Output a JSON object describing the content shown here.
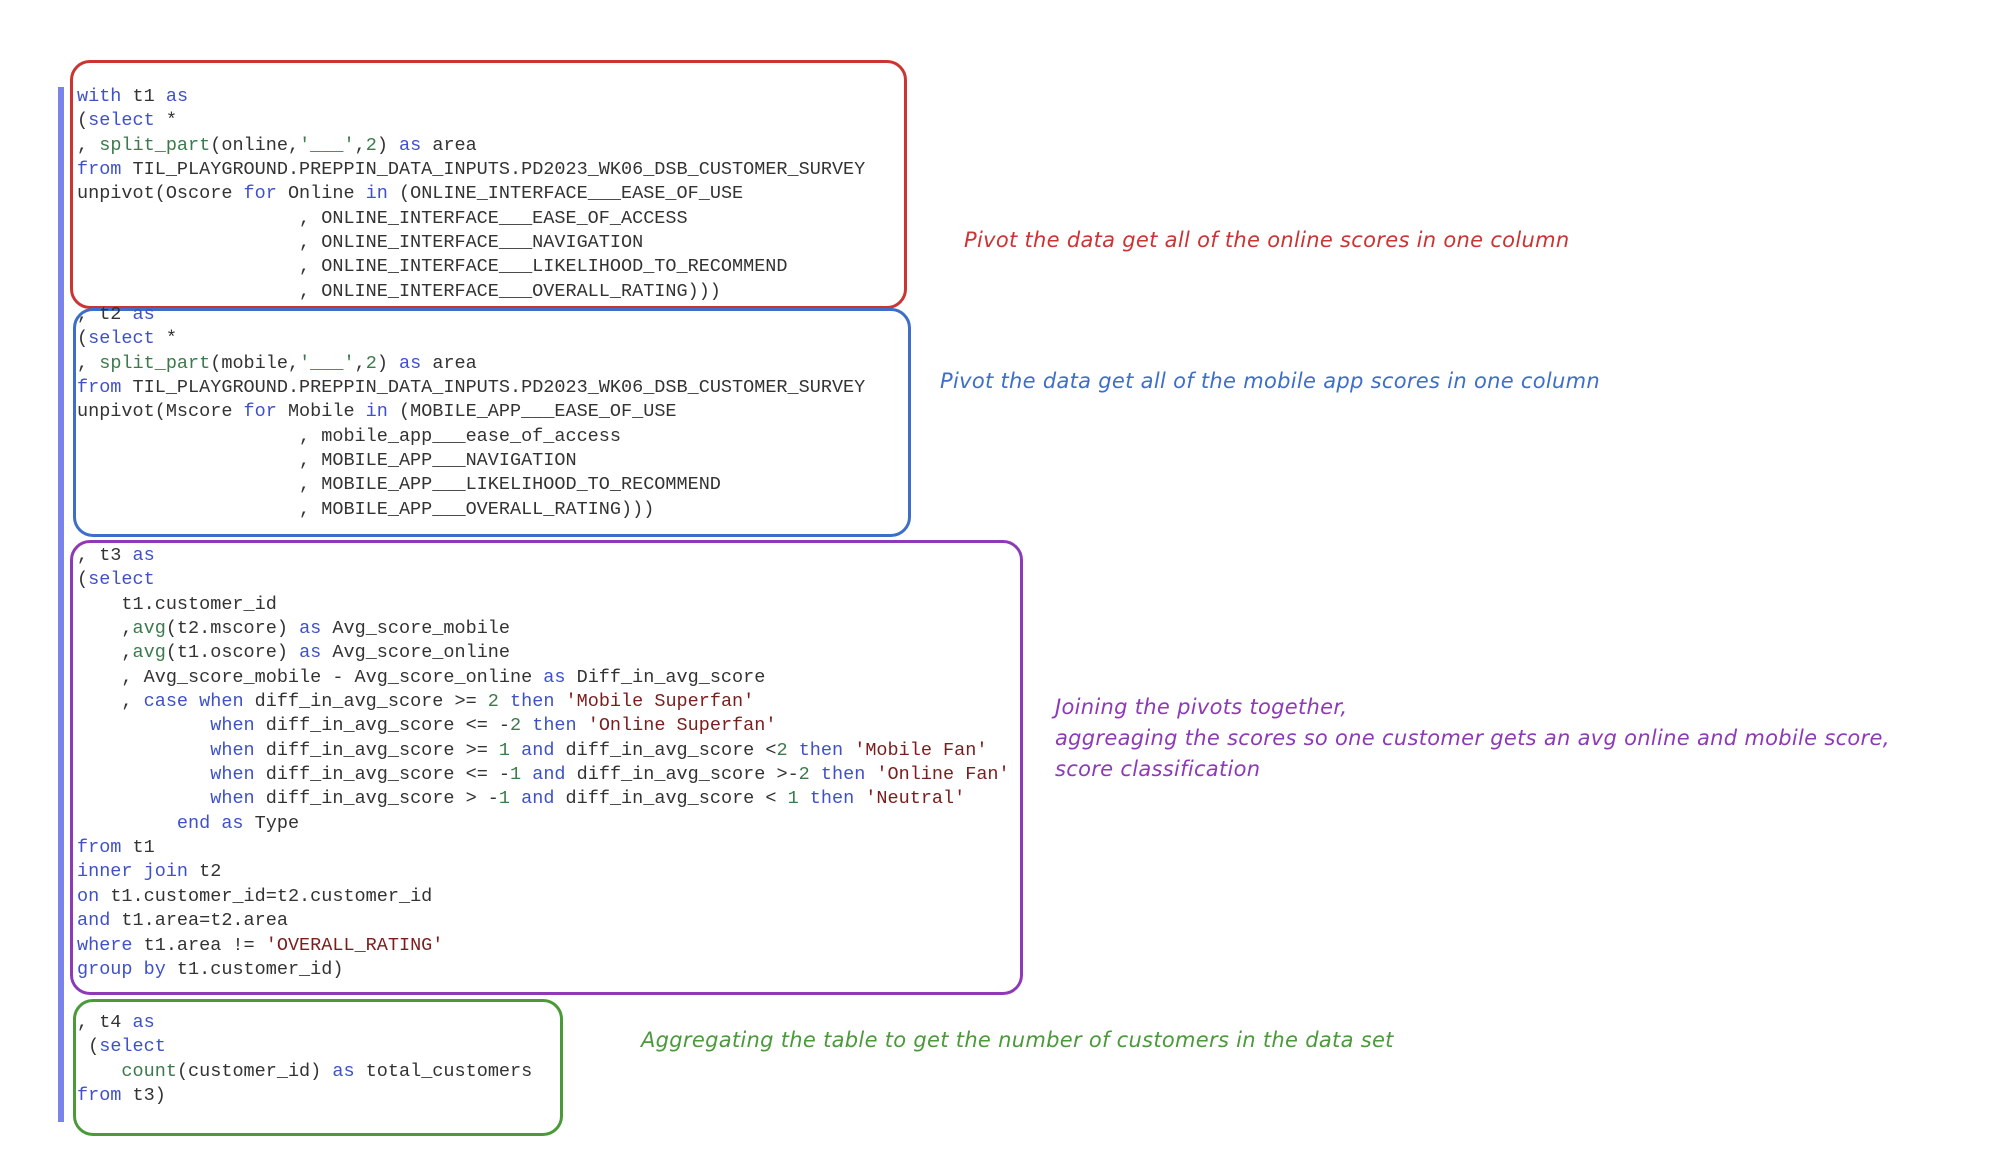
{
  "colors": {
    "bar": "#7b83eb",
    "red": "#cc3333",
    "blue": "#3d6ec9",
    "purple": "#8e3ab8",
    "green": "#4a9a3a"
  },
  "blocks": [
    {
      "lines": [
        [
          {
            "c": "k",
            "t": "with"
          },
          {
            "c": "p",
            "t": " t1 "
          },
          {
            "c": "k",
            "t": "as"
          }
        ],
        [
          {
            "c": "p",
            "t": "("
          },
          {
            "c": "k",
            "t": "select"
          },
          {
            "c": "p",
            "t": " *"
          }
        ],
        [
          {
            "c": "p",
            "t": ", "
          },
          {
            "c": "f",
            "t": "split_part"
          },
          {
            "c": "p",
            "t": "(online,"
          },
          {
            "c": "f",
            "t": "'___'"
          },
          {
            "c": "p",
            "t": ","
          },
          {
            "c": "n",
            "t": "2"
          },
          {
            "c": "p",
            "t": ") "
          },
          {
            "c": "k",
            "t": "as"
          },
          {
            "c": "p",
            "t": " area"
          }
        ],
        [
          {
            "c": "k",
            "t": "from"
          },
          {
            "c": "p",
            "t": " TIL_PLAYGROUND.PREPPIN_DATA_INPUTS.PD2023_WK06_DSB_CUSTOMER_SURVEY"
          }
        ],
        [
          {
            "c": "p",
            "t": "unpivot(Oscore "
          },
          {
            "c": "k",
            "t": "for"
          },
          {
            "c": "p",
            "t": " Online "
          },
          {
            "c": "k",
            "t": "in"
          },
          {
            "c": "p",
            "t": " (ONLINE_INTERFACE___EASE_OF_USE"
          }
        ],
        [
          {
            "c": "p",
            "t": "                    , ONLINE_INTERFACE___EASE_OF_ACCESS"
          }
        ],
        [
          {
            "c": "p",
            "t": "                    , ONLINE_INTERFACE___NAVIGATION"
          }
        ],
        [
          {
            "c": "p",
            "t": "                    , ONLINE_INTERFACE___LIKELIHOOD_TO_RECOMMEND"
          }
        ],
        [
          {
            "c": "p",
            "t": "                    , ONLINE_INTERFACE___OVERALL_RATING)))"
          }
        ]
      ]
    },
    {
      "lines": [
        [
          {
            "c": "p",
            "t": ", t2 "
          },
          {
            "c": "k",
            "t": "as"
          }
        ],
        [
          {
            "c": "p",
            "t": "("
          },
          {
            "c": "k",
            "t": "select"
          },
          {
            "c": "p",
            "t": " *"
          }
        ],
        [
          {
            "c": "p",
            "t": ", "
          },
          {
            "c": "f",
            "t": "split_part"
          },
          {
            "c": "p",
            "t": "(mobile,"
          },
          {
            "c": "f",
            "t": "'___'"
          },
          {
            "c": "p",
            "t": ","
          },
          {
            "c": "n",
            "t": "2"
          },
          {
            "c": "p",
            "t": ") "
          },
          {
            "c": "k",
            "t": "as"
          },
          {
            "c": "p",
            "t": " area"
          }
        ],
        [
          {
            "c": "k",
            "t": "from"
          },
          {
            "c": "p",
            "t": " TIL_PLAYGROUND.PREPPIN_DATA_INPUTS.PD2023_WK06_DSB_CUSTOMER_SURVEY"
          }
        ],
        [
          {
            "c": "p",
            "t": "unpivot(Mscore "
          },
          {
            "c": "k",
            "t": "for"
          },
          {
            "c": "p",
            "t": " Mobile "
          },
          {
            "c": "k",
            "t": "in"
          },
          {
            "c": "p",
            "t": " (MOBILE_APP___EASE_OF_USE"
          }
        ],
        [
          {
            "c": "p",
            "t": "                    , mobile_app___ease_of_access"
          }
        ],
        [
          {
            "c": "p",
            "t": "                    , MOBILE_APP___NAVIGATION"
          }
        ],
        [
          {
            "c": "p",
            "t": "                    , MOBILE_APP___LIKELIHOOD_TO_RECOMMEND"
          }
        ],
        [
          {
            "c": "p",
            "t": "                    , MOBILE_APP___OVERALL_RATING)))"
          }
        ]
      ]
    },
    {
      "lines": [
        [
          {
            "c": "p",
            "t": ", t3 "
          },
          {
            "c": "k",
            "t": "as"
          }
        ],
        [
          {
            "c": "p",
            "t": "("
          },
          {
            "c": "k",
            "t": "select"
          }
        ],
        [
          {
            "c": "p",
            "t": "    t1.customer_id"
          }
        ],
        [
          {
            "c": "p",
            "t": "    ,"
          },
          {
            "c": "f",
            "t": "avg"
          },
          {
            "c": "p",
            "t": "(t2.mscore) "
          },
          {
            "c": "k",
            "t": "as"
          },
          {
            "c": "p",
            "t": " Avg_score_mobile"
          }
        ],
        [
          {
            "c": "p",
            "t": "    ,"
          },
          {
            "c": "f",
            "t": "avg"
          },
          {
            "c": "p",
            "t": "(t1.oscore) "
          },
          {
            "c": "k",
            "t": "as"
          },
          {
            "c": "p",
            "t": " Avg_score_online"
          }
        ],
        [
          {
            "c": "p",
            "t": "    , Avg_score_mobile - Avg_score_online "
          },
          {
            "c": "k",
            "t": "as"
          },
          {
            "c": "p",
            "t": " Diff_in_avg_score"
          }
        ],
        [
          {
            "c": "p",
            "t": "    , "
          },
          {
            "c": "k",
            "t": "case when"
          },
          {
            "c": "p",
            "t": " diff_in_avg_score >= "
          },
          {
            "c": "n",
            "t": "2"
          },
          {
            "c": "k",
            "t": " then"
          },
          {
            "c": "s",
            "t": " 'Mobile Superfan'"
          }
        ],
        [
          {
            "c": "p",
            "t": "            "
          },
          {
            "c": "k",
            "t": "when"
          },
          {
            "c": "p",
            "t": " diff_in_avg_score <= -"
          },
          {
            "c": "n",
            "t": "2"
          },
          {
            "c": "k",
            "t": " then"
          },
          {
            "c": "s",
            "t": " 'Online Superfan'"
          }
        ],
        [
          {
            "c": "p",
            "t": "            "
          },
          {
            "c": "k",
            "t": "when"
          },
          {
            "c": "p",
            "t": " diff_in_avg_score >= "
          },
          {
            "c": "n",
            "t": "1"
          },
          {
            "c": "k",
            "t": " and"
          },
          {
            "c": "p",
            "t": " diff_in_avg_score <"
          },
          {
            "c": "n",
            "t": "2"
          },
          {
            "c": "k",
            "t": " then"
          },
          {
            "c": "s",
            "t": " 'Mobile Fan'"
          }
        ],
        [
          {
            "c": "p",
            "t": "            "
          },
          {
            "c": "k",
            "t": "when"
          },
          {
            "c": "p",
            "t": " diff_in_avg_score <= -"
          },
          {
            "c": "n",
            "t": "1"
          },
          {
            "c": "k",
            "t": " and"
          },
          {
            "c": "p",
            "t": " diff_in_avg_score >-"
          },
          {
            "c": "n",
            "t": "2"
          },
          {
            "c": "k",
            "t": " then"
          },
          {
            "c": "s",
            "t": " 'Online Fan'"
          }
        ],
        [
          {
            "c": "p",
            "t": "            "
          },
          {
            "c": "k",
            "t": "when"
          },
          {
            "c": "p",
            "t": " diff_in_avg_score > -"
          },
          {
            "c": "n",
            "t": "1"
          },
          {
            "c": "k",
            "t": " and"
          },
          {
            "c": "p",
            "t": " diff_in_avg_score < "
          },
          {
            "c": "n",
            "t": "1"
          },
          {
            "c": "k",
            "t": " then"
          },
          {
            "c": "s",
            "t": " 'Neutral'"
          }
        ],
        [
          {
            "c": "p",
            "t": "         "
          },
          {
            "c": "k",
            "t": "end as"
          },
          {
            "c": "p",
            "t": " Type"
          }
        ],
        [
          {
            "c": "k",
            "t": "from"
          },
          {
            "c": "p",
            "t": " t1"
          }
        ],
        [
          {
            "c": "k",
            "t": "inner join"
          },
          {
            "c": "p",
            "t": " t2"
          }
        ],
        [
          {
            "c": "k",
            "t": "on"
          },
          {
            "c": "p",
            "t": " t1.customer_id=t2.customer_id"
          }
        ],
        [
          {
            "c": "k",
            "t": "and"
          },
          {
            "c": "p",
            "t": " t1.area=t2.area"
          }
        ],
        [
          {
            "c": "k",
            "t": "where"
          },
          {
            "c": "p",
            "t": " t1.area != "
          },
          {
            "c": "s",
            "t": "'OVERALL_RATING'"
          }
        ],
        [
          {
            "c": "k",
            "t": "group by"
          },
          {
            "c": "p",
            "t": " t1.customer_id)"
          }
        ]
      ]
    },
    {
      "lines": [
        [
          {
            "c": "p",
            "t": ", t4 "
          },
          {
            "c": "k",
            "t": "as"
          }
        ],
        [
          {
            "c": "p",
            "t": " ("
          },
          {
            "c": "k",
            "t": "select"
          }
        ],
        [
          {
            "c": "p",
            "t": "    "
          },
          {
            "c": "f",
            "t": "count"
          },
          {
            "c": "p",
            "t": "(customer_id) "
          },
          {
            "c": "k",
            "t": "as"
          },
          {
            "c": "p",
            "t": " total_customers"
          }
        ],
        [
          {
            "c": "k",
            "t": "from"
          },
          {
            "c": "p",
            "t": " t3)"
          }
        ]
      ]
    }
  ],
  "notes": {
    "t1": "Pivot the data get all of the online scores in one column",
    "t2": "Pivot the data get all of the mobile app scores in one column",
    "t3": "Joining the pivots together,\naggreaging the scores so one customer gets an avg online and mobile score,\nscore classification",
    "t4": "Aggregating the table to get the number of customers in the data set"
  }
}
